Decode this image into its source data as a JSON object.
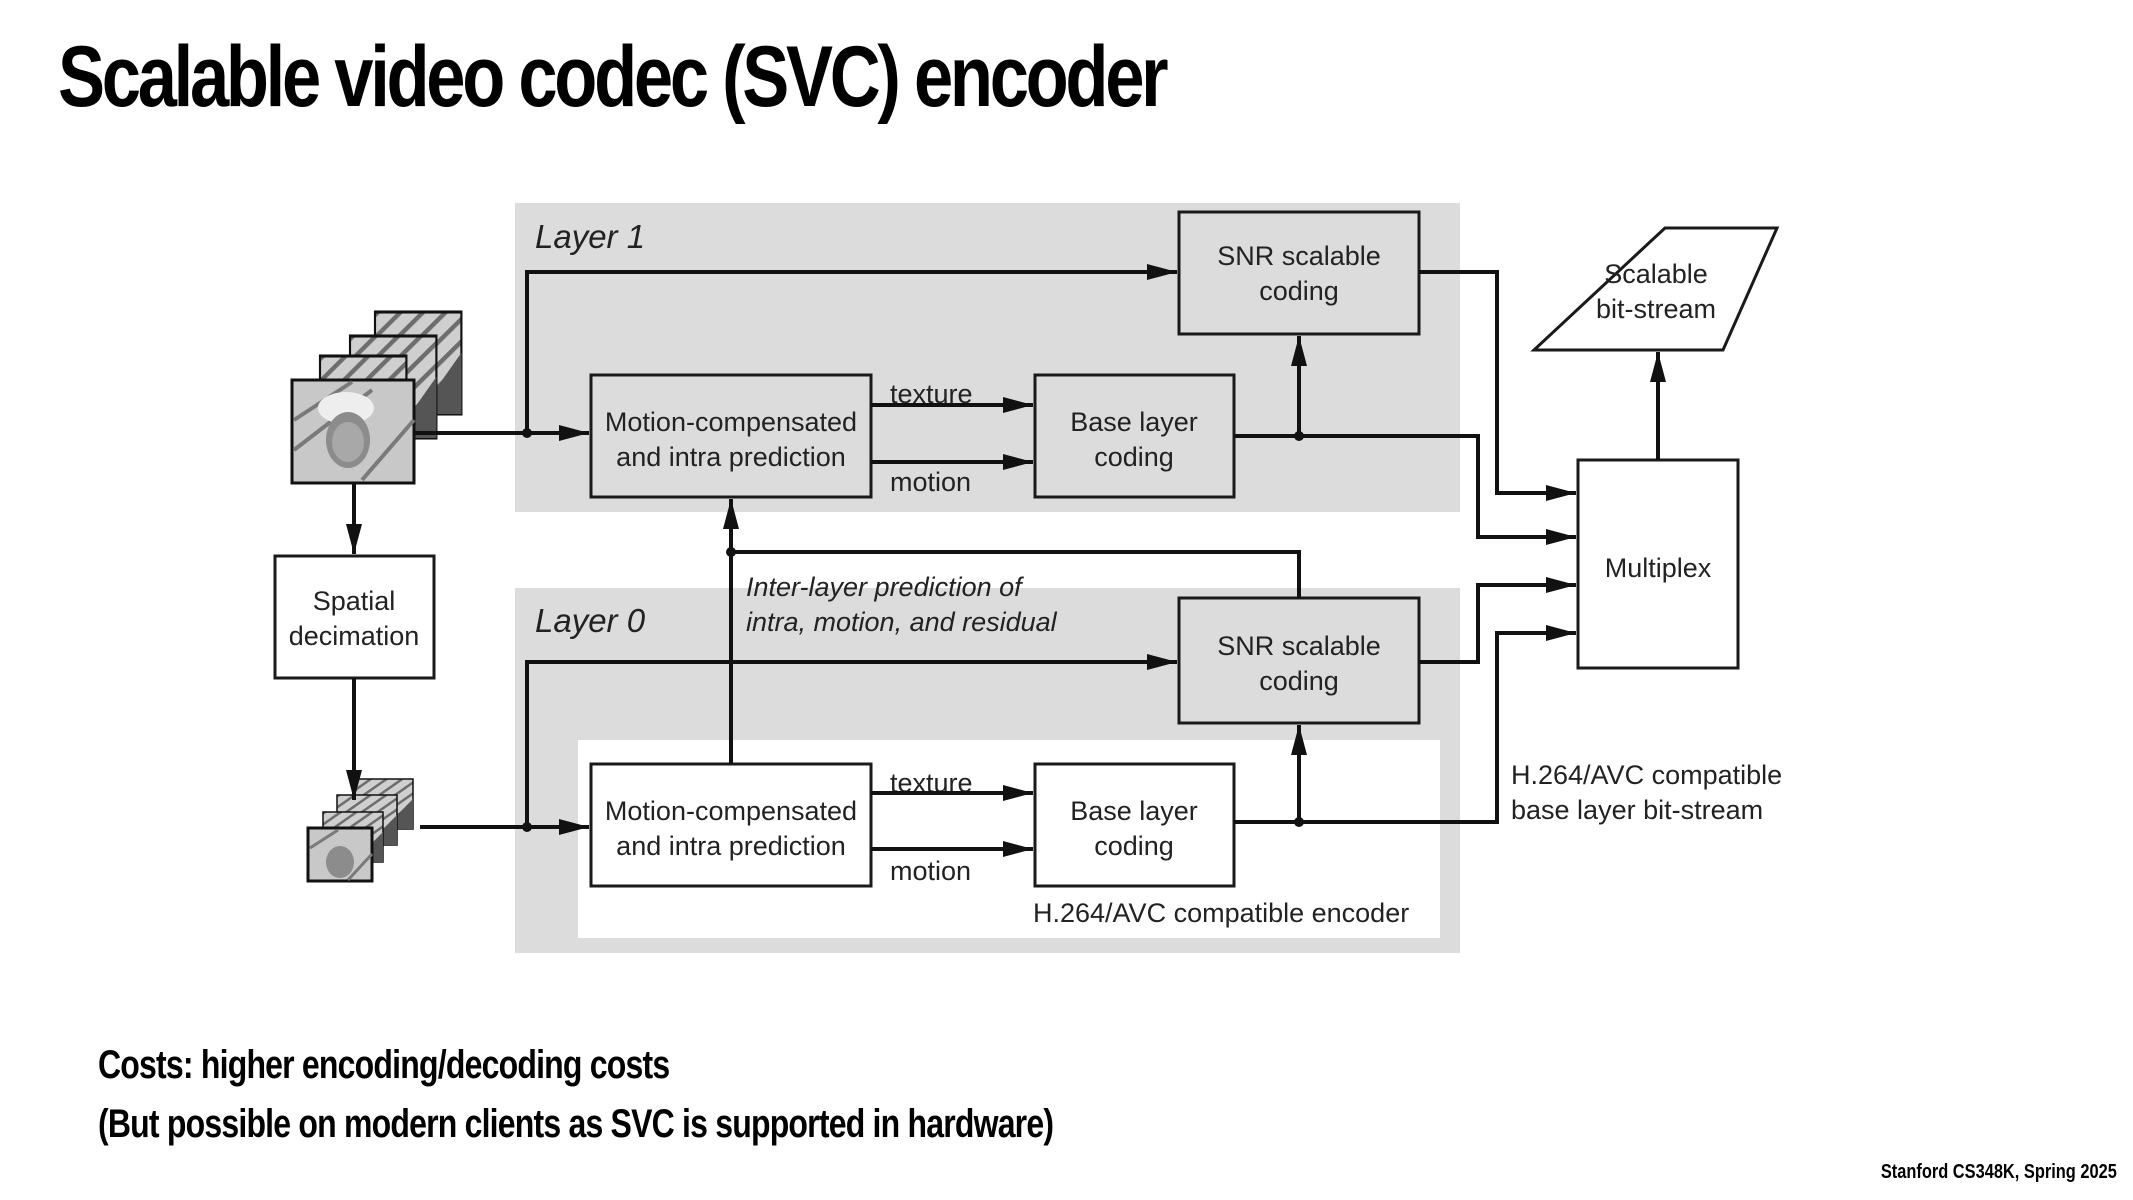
{
  "slide": {
    "title": "Scalable video codec (SVC) encoder",
    "notes": [
      "Costs: higher encoding/decoding costs",
      "(But possible on modern clients as SVC is supported in hardware)"
    ],
    "footer": "Stanford CS348K, Spring 2025"
  },
  "diagram": {
    "layer1": {
      "label": "Layer 1",
      "motion_block": [
        "Motion-compensated",
        "and intra prediction"
      ],
      "base_block": [
        "Base layer",
        "coding"
      ],
      "snr_block": [
        "SNR scalable",
        "coding"
      ],
      "texture_label": "texture",
      "motion_label": "motion"
    },
    "layer0": {
      "label": "Layer 0",
      "motion_block": [
        "Motion-compensated",
        "and intra prediction"
      ],
      "base_block": [
        "Base layer",
        "coding"
      ],
      "snr_block": [
        "SNR scalable",
        "coding"
      ],
      "texture_label": "texture",
      "motion_label": "motion",
      "encoder_label": "H.264/AVC compatible encoder"
    },
    "spatial_block": [
      "Spatial",
      "decimation"
    ],
    "inter_layer_label": [
      "Inter-layer prediction of",
      "intra, motion, and residual"
    ],
    "multiplex_block": "Multiplex",
    "output_block": [
      "Scalable",
      "bit-stream"
    ],
    "base_stream_label": [
      "H.264/AVC compatible",
      "base layer bit-stream"
    ],
    "input_frames_icon": "video-frames-stack",
    "decimated_frames_icon": "video-frames-stack-small"
  },
  "colors": {
    "layer_bg": "#dcdcdc",
    "box_stroke": "#1a1a1a",
    "text": "#222222"
  }
}
